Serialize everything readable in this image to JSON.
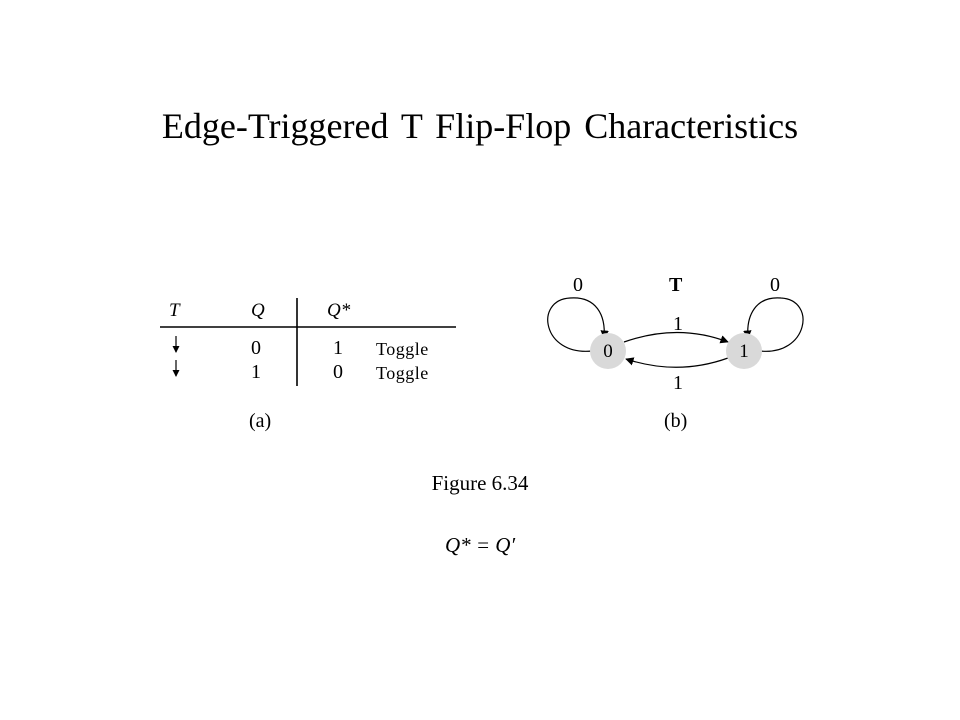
{
  "title": "Edge-Triggered  T Flip-Flop  Characteristics",
  "table": {
    "headers": {
      "t": "T",
      "q": "Q",
      "qstar": "Q*"
    },
    "rows": [
      {
        "t_icon": "falling-edge-arrow-icon",
        "q": "0",
        "qstar": "1",
        "note": "Toggle"
      },
      {
        "t_icon": "falling-edge-arrow-icon",
        "q": "1",
        "qstar": "0",
        "note": "Toggle"
      }
    ],
    "sublabel": "(a)"
  },
  "state_diagram": {
    "input_label": "T",
    "states": [
      {
        "label": "0"
      },
      {
        "label": "1"
      }
    ],
    "self_loops": [
      {
        "state": "0",
        "label": "0"
      },
      {
        "state": "1",
        "label": "0"
      }
    ],
    "transitions": [
      {
        "from": "0",
        "to": "1",
        "label": "1"
      },
      {
        "from": "1",
        "to": "0",
        "label": "1"
      }
    ],
    "state_fill": "#d9d9d9",
    "sublabel": "(b)"
  },
  "caption": "Figure 6.34",
  "equation": "Q* = Q′"
}
